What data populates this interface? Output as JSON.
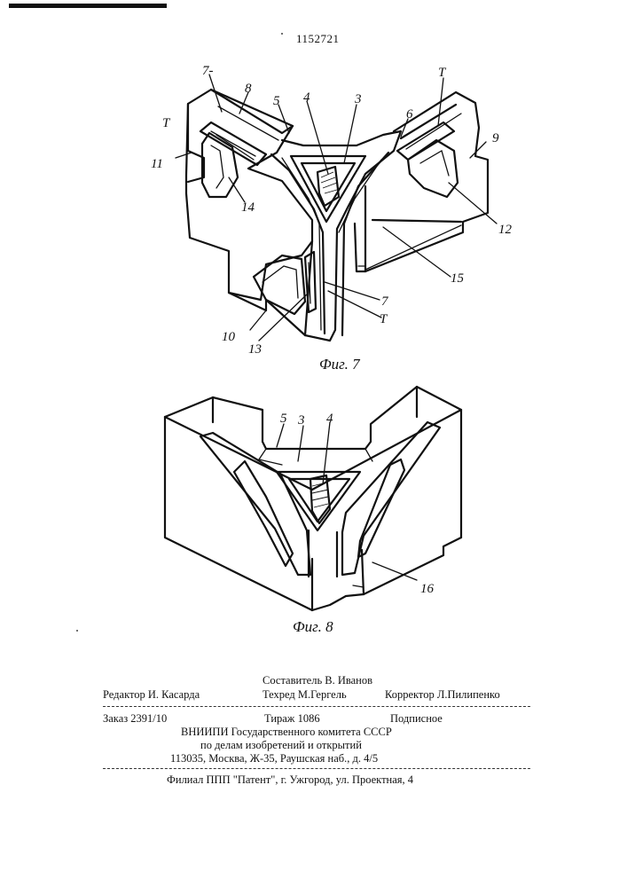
{
  "header": {
    "patent_number": "1152721"
  },
  "figures": [
    {
      "caption": "Фиг. 7",
      "labels": [
        "7-",
        "8",
        "5",
        "4",
        "3",
        "6",
        "T",
        "T",
        "9",
        "11",
        "14",
        "12",
        "15",
        "7",
        "T",
        "10",
        "13"
      ]
    },
    {
      "caption": "Фиг. 8",
      "labels": [
        "5",
        "3",
        "4",
        "16"
      ]
    }
  ],
  "imprint": {
    "compiler": "Составитель   В.  Иванов",
    "editor": "Редактор  И.  Касарда",
    "techred": "Техред М.Гергель",
    "corrector": "Корректор  Л.Пилипенко",
    "order": "Заказ  2391/10",
    "circulation": "Тираж  1086",
    "subscription": "Подписное",
    "org_line1": "ВНИИПИ  Государственного  комитета  СССР",
    "org_line2": "по  делам  изобретений  и    открытий",
    "address": "113035,  Москва,  Ж-35,  Раушская  наб.,  д.  4/5",
    "branch": "Филиал  ППП  \"Патент\",  г.  Ужгород,  ул.  Проектная,  4"
  }
}
